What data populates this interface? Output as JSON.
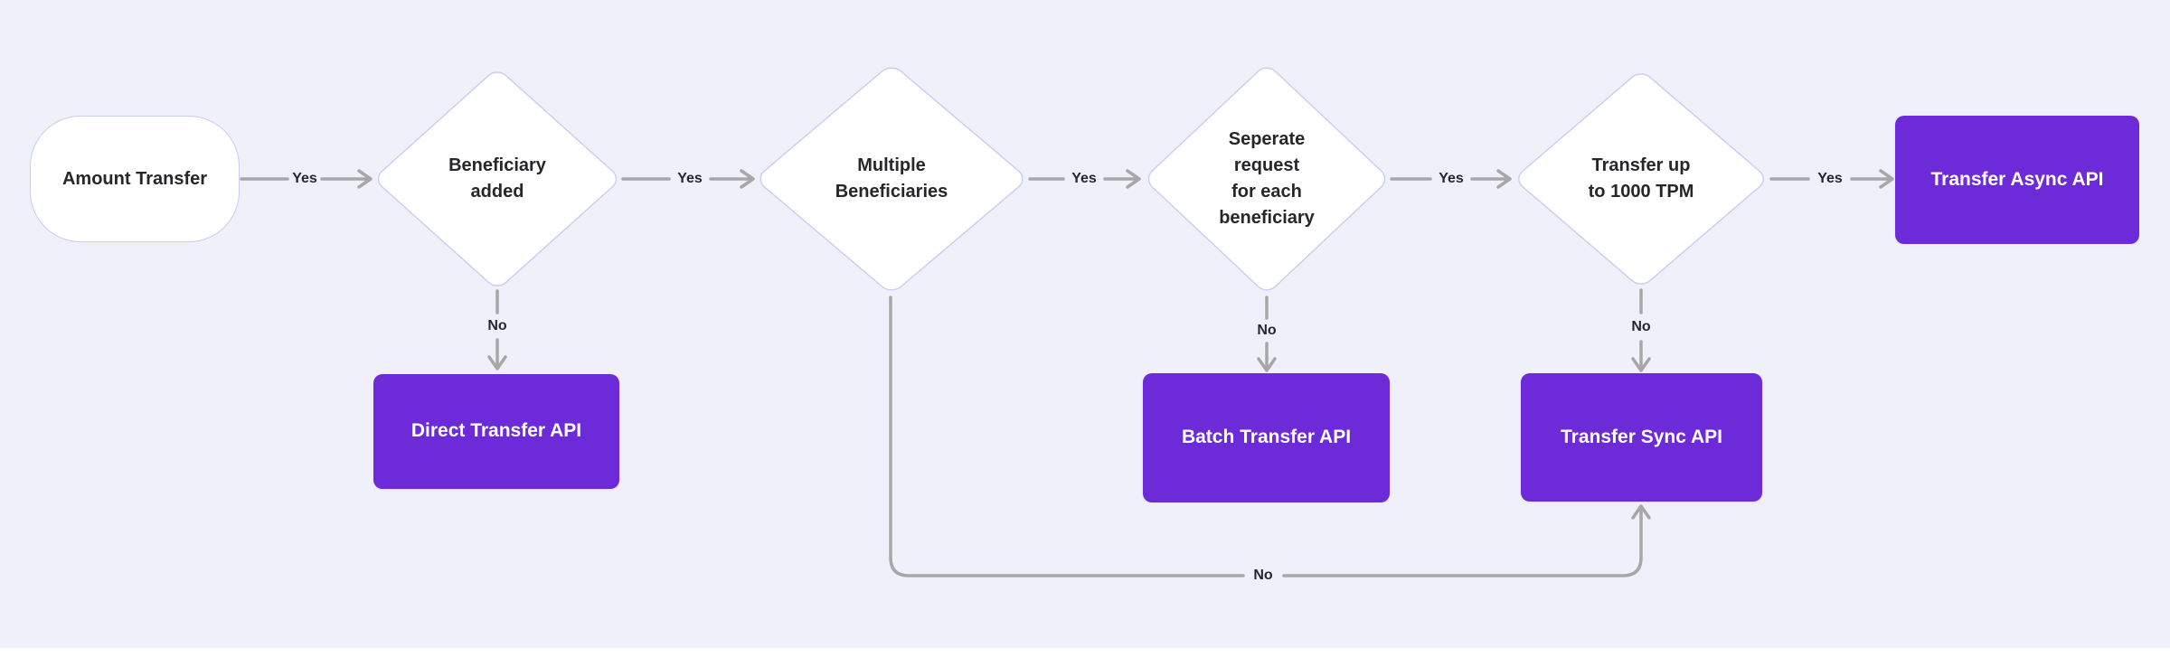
{
  "diagram": {
    "nodes": {
      "start": {
        "label": "Amount Transfer",
        "type": "start"
      },
      "d1": {
        "label": "Beneficiary\nadded",
        "type": "decision"
      },
      "d2": {
        "label": "Multiple\nBeneficiaries",
        "type": "decision"
      },
      "d3": {
        "label": "Seperate\nrequest\nfor each\nbeneficiary",
        "type": "decision"
      },
      "d4": {
        "label": "Transfer up\nto 1000 TPM",
        "type": "decision"
      },
      "direct": {
        "label": "Direct Transfer API",
        "type": "process"
      },
      "batch": {
        "label": "Batch Transfer API",
        "type": "process"
      },
      "sync": {
        "label": "Transfer Sync API",
        "type": "process"
      },
      "async": {
        "label": "Transfer Async API",
        "type": "process"
      }
    },
    "connectors": [
      {
        "from": "Amount Transfer",
        "to": "Beneficiary added",
        "label": "Yes"
      },
      {
        "from": "Beneficiary added",
        "to": "Multiple Beneficiaries",
        "label": "Yes"
      },
      {
        "from": "Beneficiary added",
        "to": "Direct Transfer API",
        "label": "No"
      },
      {
        "from": "Multiple Beneficiaries",
        "to": "Seperate request for each beneficiary",
        "label": "Yes"
      },
      {
        "from": "Multiple Beneficiaries",
        "to": "Transfer Sync API",
        "label": "No"
      },
      {
        "from": "Seperate request for each beneficiary",
        "to": "Transfer up to 1000 TPM",
        "label": "Yes"
      },
      {
        "from": "Seperate request for each beneficiary",
        "to": "Batch Transfer API",
        "label": "No"
      },
      {
        "from": "Transfer up to 1000 TPM",
        "to": "Transfer Async API",
        "label": "Yes"
      },
      {
        "from": "Transfer up to 1000 TPM",
        "to": "Transfer Sync API",
        "label": "No"
      }
    ]
  },
  "colors": {
    "background": "#f0f0fa",
    "surface": "#ffffff",
    "node_border": "#c8cdf2",
    "accent": "#6d2ad8",
    "arrow": "#a7a7a7",
    "text_dark": "#26262b",
    "text_light": "#ffffff",
    "bottom_strip": "#ffffff"
  }
}
